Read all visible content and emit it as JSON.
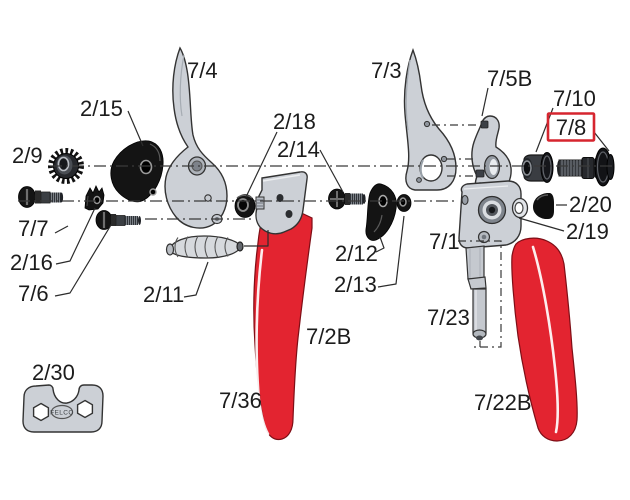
{
  "diagram": {
    "kind": "exploded-parts-diagram",
    "background_color": "#ffffff",
    "accent_red": "#e32430",
    "highlight_box_color": "#d6252f",
    "brand_stamp": "FELCO",
    "highlighted_part": "7/8",
    "labels": [
      {
        "text": "7/4"
      },
      {
        "text": "2/15"
      },
      {
        "text": "2/9"
      },
      {
        "text": "7/7"
      },
      {
        "text": "2/16"
      },
      {
        "text": "7/6"
      },
      {
        "text": "2/11"
      },
      {
        "text": "2/18"
      },
      {
        "text": "2/14"
      },
      {
        "text": "2/12"
      },
      {
        "text": "2/13"
      },
      {
        "text": "7/3"
      },
      {
        "text": "7/5B"
      },
      {
        "text": "7/10"
      },
      {
        "text": "7/8"
      },
      {
        "text": "2/20"
      },
      {
        "text": "2/19"
      },
      {
        "text": "7/1"
      },
      {
        "text": "7/23"
      },
      {
        "text": "7/2B"
      },
      {
        "text": "7/36"
      },
      {
        "text": "7/22B"
      },
      {
        "text": "2/30"
      }
    ]
  }
}
